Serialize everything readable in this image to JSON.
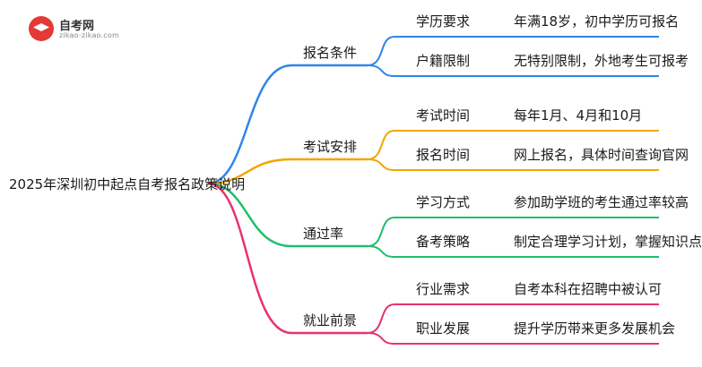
{
  "logo": {
    "title": "自考网",
    "url": "zikao-zikao.com"
  },
  "root": "2025年深圳初中起点自考报名政策说明",
  "branches": [
    {
      "label": "报名条件",
      "color": "#2f86e8",
      "children": [
        {
          "label": "学历要求",
          "detail": "年满18岁，初中学历可报名"
        },
        {
          "label": "户籍限制",
          "detail": "无特别限制，外地考生可报考"
        }
      ]
    },
    {
      "label": "考试安排",
      "color": "#f2a500",
      "children": [
        {
          "label": "考试时间",
          "detail": "每年1月、4月和10月"
        },
        {
          "label": "报名时间",
          "detail": "网上报名，具体时间查询官网"
        }
      ]
    },
    {
      "label": "通过率",
      "color": "#1fbf6b",
      "children": [
        {
          "label": "学习方式",
          "detail": "参加助学班的考生通过率较高"
        },
        {
          "label": "备考策略",
          "detail": "制定合理学习计划，掌握知识点"
        }
      ]
    },
    {
      "label": "就业前景",
      "color": "#e8336a",
      "children": [
        {
          "label": "行业需求",
          "detail": "自考本科在招聘中被认可"
        },
        {
          "label": "职业发展",
          "detail": "提升学历带来更多发展机会"
        }
      ]
    }
  ]
}
